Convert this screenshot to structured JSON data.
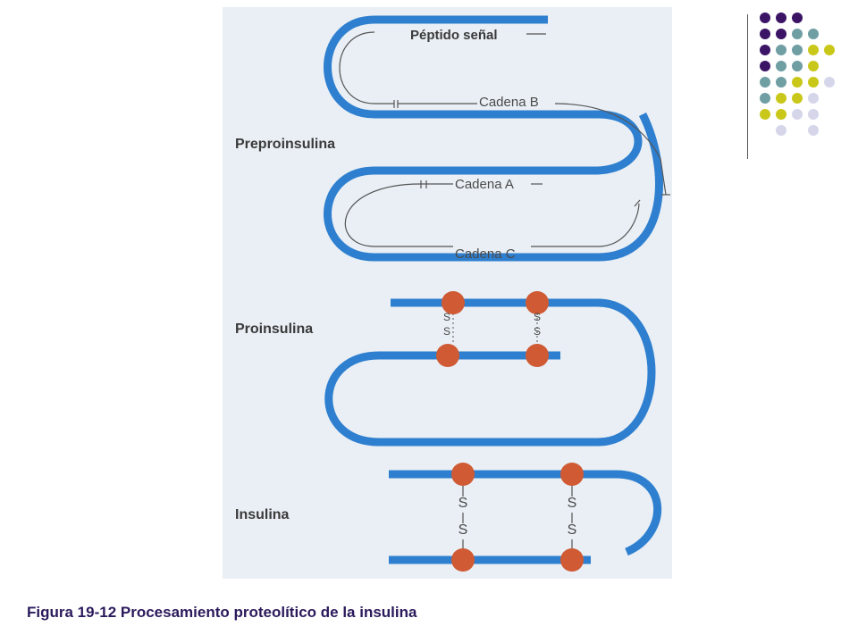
{
  "figure": {
    "stages": {
      "preproinsulina": "Preproinsulina",
      "proinsulina": "Proinsulina",
      "insulina": "Insulina"
    },
    "segments": {
      "peptido_senal": "Péptido señal",
      "cadena_b": "Cadena B",
      "cadena_a": "Cadena A",
      "cadena_c": "Cadena C"
    },
    "disulfide": {
      "sulfur": "S"
    }
  },
  "caption": "Figura 19-12 Procesamiento proteolítico de la insulina",
  "colors": {
    "chain": "#2e7fcf",
    "cysteine": "#cf5a33",
    "panel": "#e9eff5",
    "caption": "#2b1a5c",
    "dot_purple": "#3b1466",
    "dot_teal": "#6f9ea3",
    "dot_olive": "#c9c81a",
    "dot_lavender": "#d6d6ea"
  },
  "decoration": {
    "dot_rows": [
      [
        "purple",
        "purple",
        "purple",
        "",
        ""
      ],
      [
        "purple",
        "purple",
        "teal",
        "teal",
        ""
      ],
      [
        "purple",
        "teal",
        "teal",
        "olive",
        "olive"
      ],
      [
        "purple",
        "teal",
        "teal",
        "olive",
        ""
      ],
      [
        "teal",
        "teal",
        "olive",
        "olive",
        "lavender"
      ],
      [
        "teal",
        "olive",
        "olive",
        "lavender",
        ""
      ],
      [
        "olive",
        "olive",
        "lavender",
        "lavender",
        ""
      ],
      [
        "",
        "lavender",
        "",
        "lavender",
        ""
      ]
    ]
  }
}
